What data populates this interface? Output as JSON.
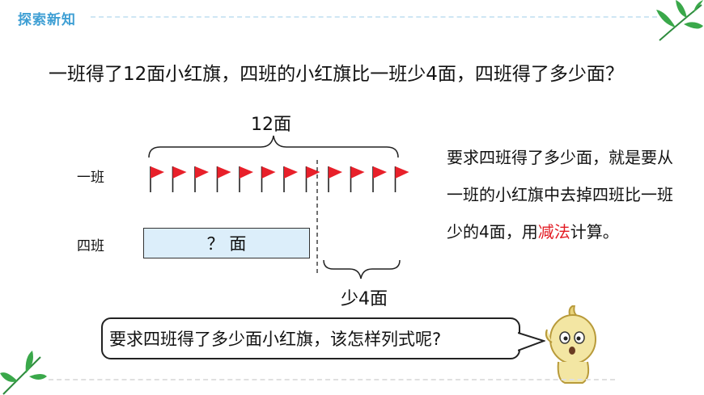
{
  "header": {
    "title": "探索新知"
  },
  "question": "一班得了12面小红旗，四班的小红旗比一班少4面，四班得了多少面？",
  "diagram": {
    "total_label": "12面",
    "row1_label": "一班",
    "row2_label": "四班",
    "unknown_label": "？ 面",
    "less_label": "少4面",
    "flag_count": 12,
    "removed_count": 4,
    "flag_color": "#e8202a"
  },
  "explanation": {
    "part1": "要求四班得了多少面，就是要从一班的小红旗中去掉四班比一班少的4面，用",
    "emphasis": "减法",
    "part2": "计算。",
    "emphasis_color": "#e31b23"
  },
  "bubble_text": "要求四班得了多少面小红旗，该怎样列式呢?",
  "colors": {
    "leaf": "#3aa84a",
    "header": "#3f9fd4",
    "box_fill": "#dceefa"
  }
}
